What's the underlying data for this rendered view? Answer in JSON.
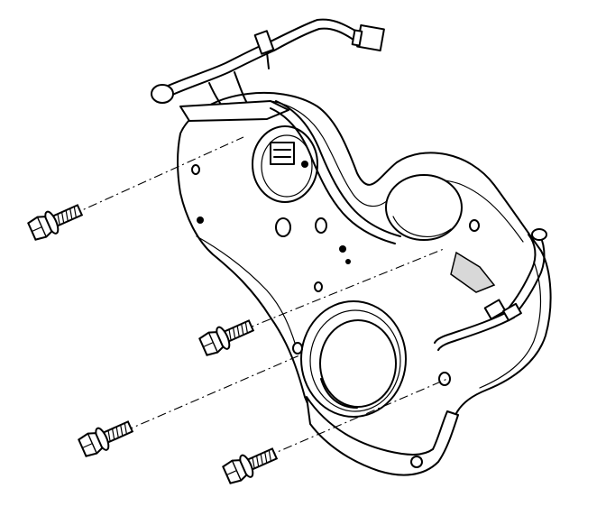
{
  "diagram": {
    "kind": "exploded-view line drawing",
    "colors": {
      "line": "#000000",
      "background": "#ffffff",
      "shade": "#d8d8d8"
    },
    "parts": [
      {
        "id": "cover",
        "icon": "engine-front-cover"
      },
      {
        "id": "harness",
        "icon": "wiring-harness"
      },
      {
        "id": "bolt-1",
        "icon": "flange-bolt"
      },
      {
        "id": "bolt-2",
        "icon": "flange-bolt"
      },
      {
        "id": "bolt-3",
        "icon": "flange-bolt"
      },
      {
        "id": "bolt-4",
        "icon": "flange-bolt"
      }
    ]
  }
}
